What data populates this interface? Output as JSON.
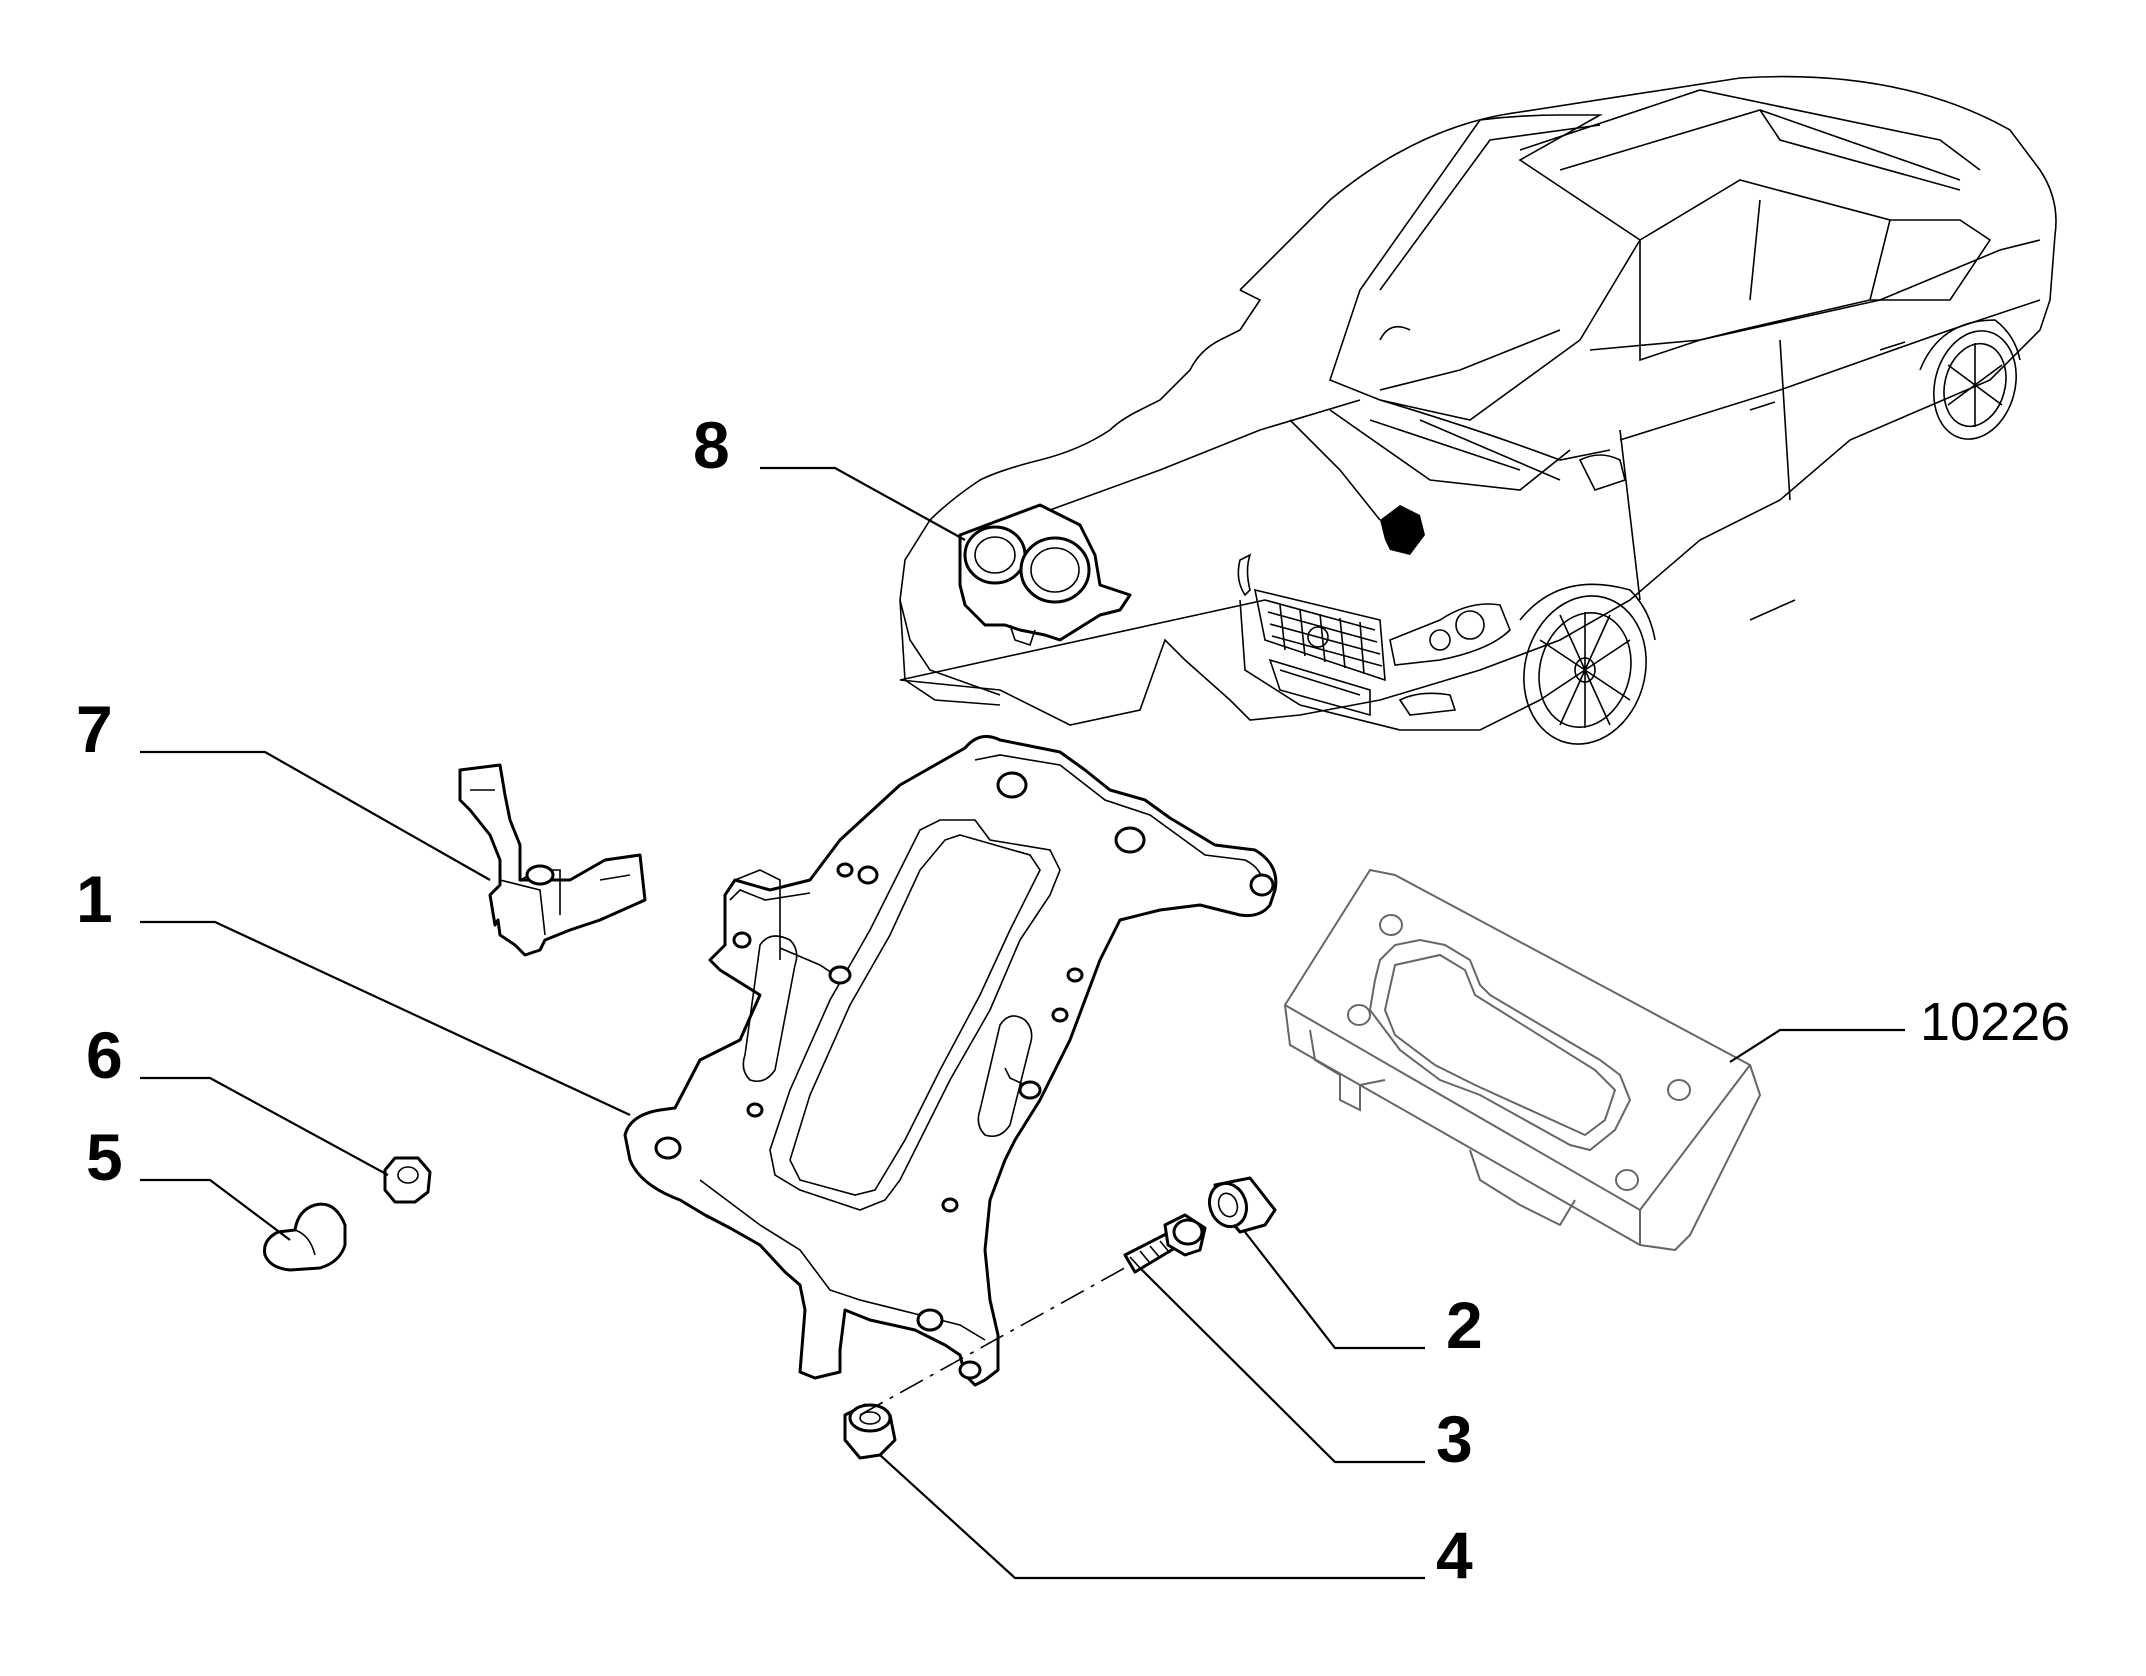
{
  "diagram": {
    "callouts": [
      {
        "id": "1",
        "label": "1"
      },
      {
        "id": "2",
        "label": "2"
      },
      {
        "id": "3",
        "label": "3"
      },
      {
        "id": "4",
        "label": "4"
      },
      {
        "id": "5",
        "label": "5"
      },
      {
        "id": "6",
        "label": "6"
      },
      {
        "id": "7",
        "label": "7"
      },
      {
        "id": "8",
        "label": "8"
      }
    ],
    "reference": {
      "label": "10226"
    },
    "colors": {
      "line": "#000000",
      "background": "#ffffff",
      "secondary": "#666666"
    }
  }
}
